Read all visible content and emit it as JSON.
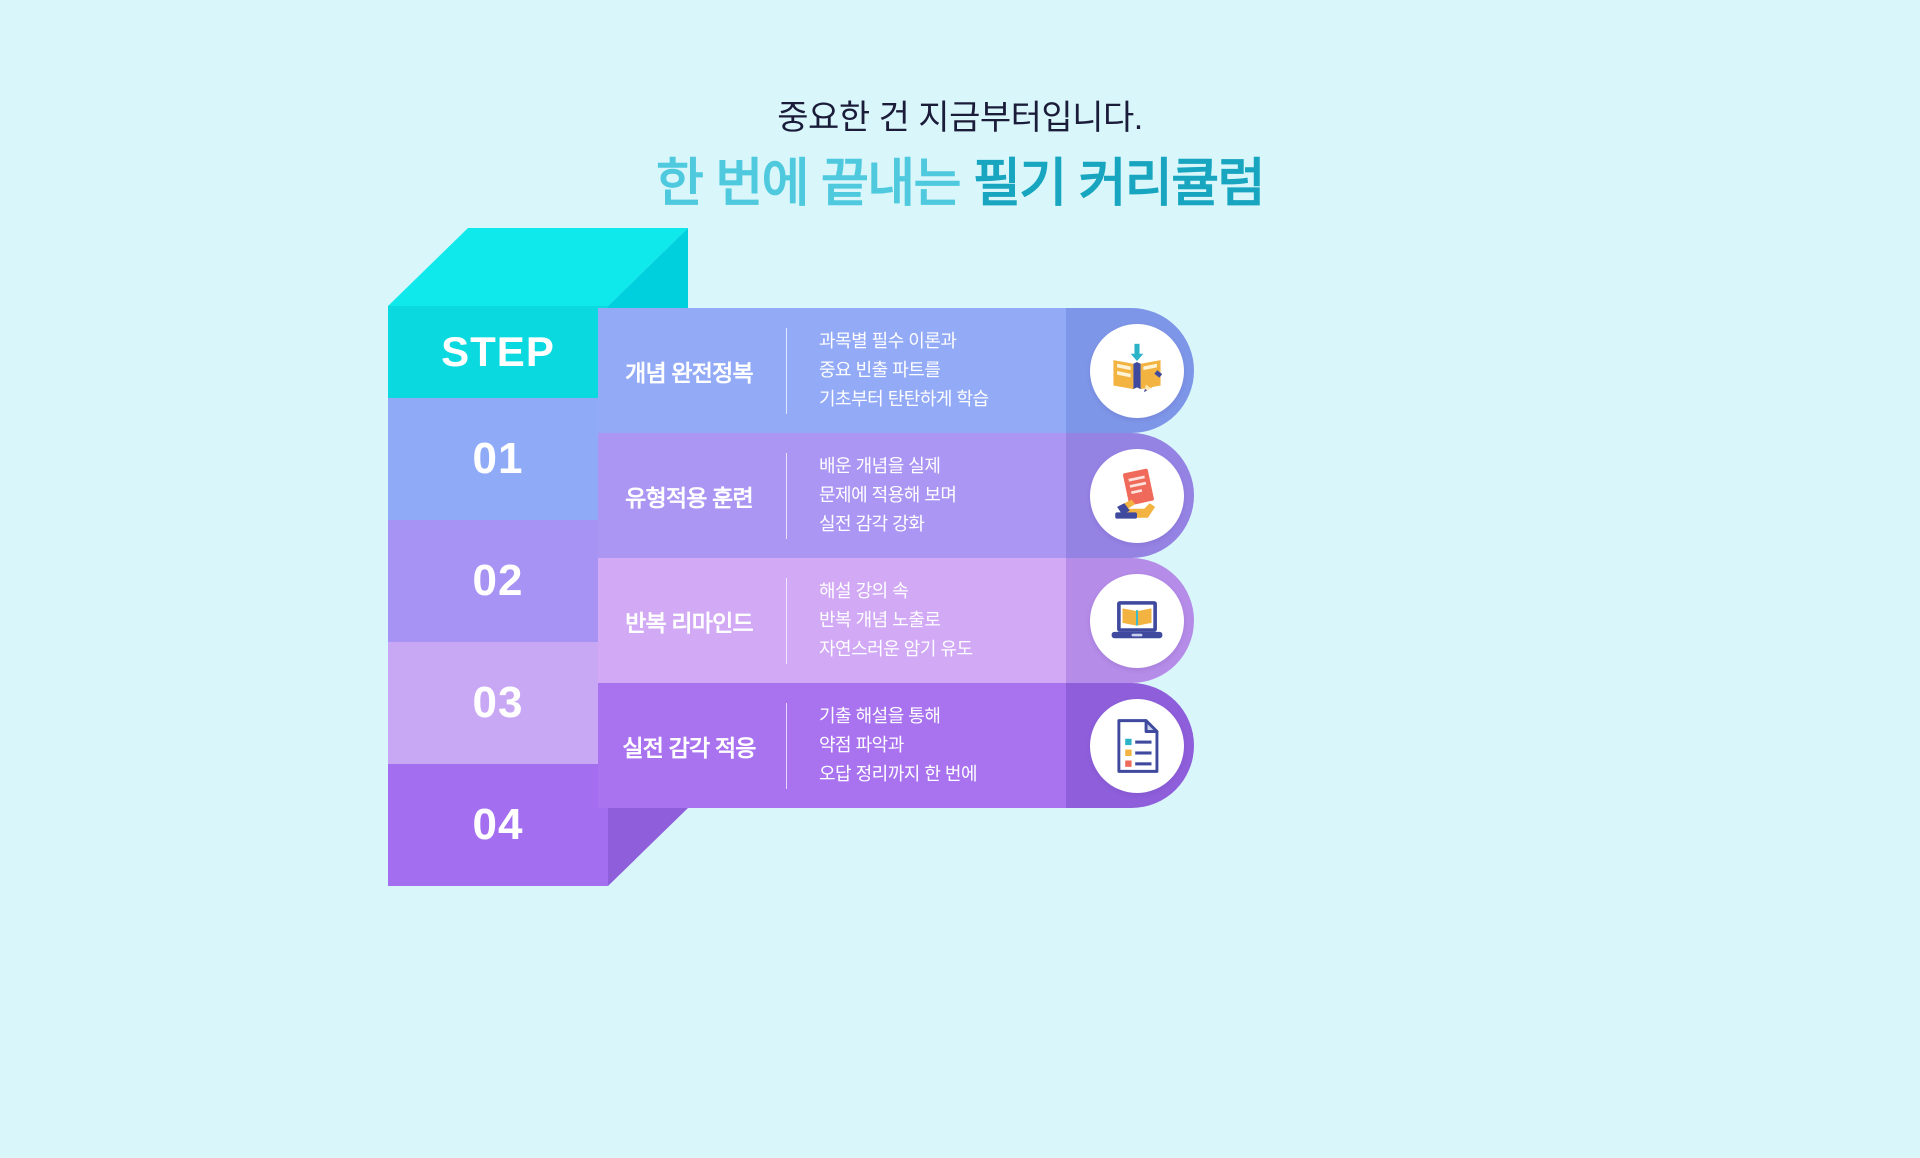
{
  "page": {
    "background_color": "#d9f7fb"
  },
  "heading": {
    "subtitle": "중요한 건 지금부터입니다.",
    "headline_part1": "한 번에 끝내는 ",
    "headline_part2": "필기 커리큘럼",
    "subtitle_color": "#1b1c3a",
    "headline_color_1": "#4fc9de",
    "headline_color_2": "#17a5c0"
  },
  "tower": {
    "top_label": "STEP",
    "top_color": "#0fe9ec",
    "top_face_color": "#0ad9e0",
    "steps": [
      {
        "number": "01",
        "color": "#8fabf7",
        "side_color": "#7e96e8"
      },
      {
        "number": "02",
        "color": "#a693f4",
        "side_color": "#9583e4"
      },
      {
        "number": "03",
        "color": "#c8a7f4",
        "side_color": "#b496e4"
      },
      {
        "number": "04",
        "color": "#a36ef0",
        "side_color": "#8f5fdb"
      }
    ],
    "step_side_color": "#00cfdd"
  },
  "rows": [
    {
      "title": "개념 완전정복",
      "desc_lines": [
        "과목별 필수 이론과",
        "중요 빈출 파트를",
        "기초부터 탄탄하게 학습"
      ],
      "bar_color": "#93aaf6",
      "cap_color": "#7e96e8",
      "icon": "book-download-pencil-icon"
    },
    {
      "title": "유형적용 훈련",
      "desc_lines": [
        "배운 개념을 실제",
        "문제에 적용해 보며",
        "실전 감각 강화"
      ],
      "bar_color": "#ab96f4",
      "cap_color": "#9583e4",
      "icon": "hand-holding-document-icon"
    },
    {
      "title": "반복 리마인드",
      "desc_lines": [
        "해설 강의 속",
        "반복 개념 노출로",
        "자연스러운 암기 유도"
      ],
      "bar_color": "#d1a9f5",
      "cap_color": "#b58ce8",
      "icon": "laptop-book-icon"
    },
    {
      "title": "실전 감각 적응",
      "desc_lines": [
        "기출 해설을 통해",
        "약점 파악과",
        "오답 정리까지 한 번에"
      ],
      "bar_color": "#a972ef",
      "cap_color": "#8f5fdb",
      "icon": "checklist-document-icon"
    }
  ]
}
